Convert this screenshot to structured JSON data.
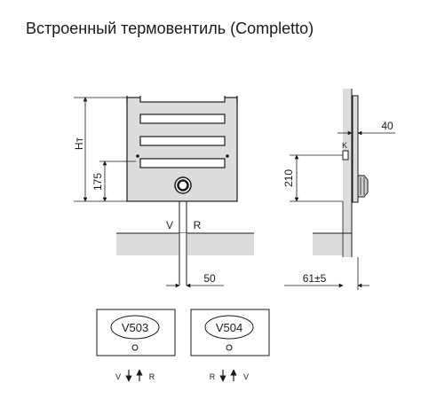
{
  "title": "Встроенный термовентиль (Completto)",
  "front_view": {
    "height_label": "Нт",
    "valve_height_label": "175",
    "left_connection_label": "V",
    "right_connection_label": "R",
    "connection_spacing_label": "50"
  },
  "side_view": {
    "valve_height_label": "210",
    "wall_offset_label": "40",
    "valve_marker_label": "K",
    "depth_label": "61±5"
  },
  "variants": [
    {
      "code": "V503",
      "left_label": "V",
      "right_label": "R"
    },
    {
      "code": "V504",
      "left_label": "R",
      "right_label": "V"
    }
  ]
}
